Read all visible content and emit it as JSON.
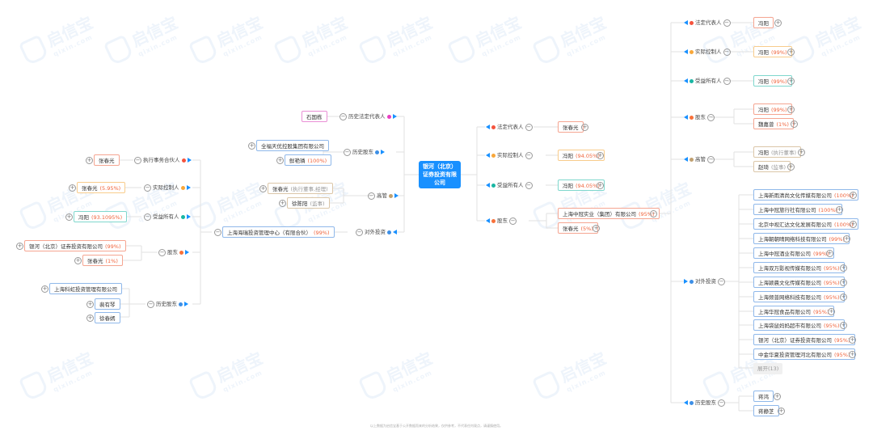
{
  "watermark": {
    "brand": "启信宝",
    "domain": "qixin.com"
  },
  "center": {
    "name": "银河（北京）证券投资有限公司"
  },
  "colors": {
    "center": "#1890ff",
    "legal_rep": "#f5533d",
    "controller": "#f8a73a",
    "beneficiary": "#19b6a3",
    "shareholder": "#f8713a",
    "history_rep": "#e83ec2",
    "history_sh": "#3d8fe6",
    "exec": "#c0a070",
    "invest": "#3d8fe6",
    "pct": "#f0643c"
  },
  "right": {
    "legal_rep": {
      "label": "法定代表人",
      "nodes": [
        {
          "name": "张春光"
        }
      ]
    },
    "controller": {
      "label": "实际控制人",
      "nodes": [
        {
          "name": "冯阳",
          "pct": "(94.05%)"
        }
      ]
    },
    "beneficiary": {
      "label": "受益所有人",
      "nodes": [
        {
          "name": "冯阳",
          "pct": "(94.05%)"
        }
      ]
    },
    "shareholders": {
      "label": "股东",
      "nodes": [
        {
          "name": "上海中冠实业（集团）有限公司",
          "pct": "(95%)"
        },
        {
          "name": "张春光",
          "pct": "(5%)"
        }
      ]
    }
  },
  "far_right": {
    "legal_rep": {
      "label": "法定代表人",
      "nodes": [
        {
          "name": "冯阳"
        }
      ]
    },
    "controller": {
      "label": "实际控制人",
      "nodes": [
        {
          "name": "冯阳",
          "pct": "(99%)"
        }
      ]
    },
    "beneficiary": {
      "label": "受益所有人",
      "nodes": [
        {
          "name": "冯阳",
          "pct": "(99%)"
        }
      ]
    },
    "shareholders": {
      "label": "股东",
      "nodes": [
        {
          "name": "冯阳",
          "pct": "(99%)"
        },
        {
          "name": "魏嘉曾",
          "pct": "(1%)"
        }
      ]
    },
    "executives": {
      "label": "高管",
      "nodes": [
        {
          "name": "冯阳",
          "role": "(执行董事)"
        },
        {
          "name": "赵琦",
          "role": "(监事)"
        }
      ]
    },
    "investments": {
      "label": "对外投资",
      "nodes": [
        {
          "name": "上海新雨清尚文化传媒有限公司",
          "pct": "(100%)"
        },
        {
          "name": "上海中冠旅行社有限公司",
          "pct": "(100%)"
        },
        {
          "name": "北京中视汇达文化发展有限公司",
          "pct": "(100%)"
        },
        {
          "name": "上海朝朝晴网络科技有限公司",
          "pct": "(99%)"
        },
        {
          "name": "上海中冠酒业有限公司",
          "pct": "(99%)"
        },
        {
          "name": "上海双万影视传媒有限公司",
          "pct": "(95%)"
        },
        {
          "name": "上海颖晨文化传媒有限公司",
          "pct": "(95%)"
        },
        {
          "name": "上海频普网络科技有限公司",
          "pct": "(95%)"
        },
        {
          "name": "上海华冠食品有限公司",
          "pct": "(95%)"
        },
        {
          "name": "上海袋鼠妈妈超市有限公司",
          "pct": "(95%)"
        },
        {
          "name": "银河（北京）证券投资有限公司",
          "pct": "(95%)"
        },
        {
          "name": "中金华夏投资管理河北有限公司",
          "pct": "(95%)"
        }
      ],
      "more": "展开(13)"
    },
    "history_sh": {
      "label": "历史股东",
      "nodes": [
        {
          "name": "蒋鸿"
        },
        {
          "name": "蒋静芝"
        }
      ]
    }
  },
  "left": {
    "history_rep": {
      "label": "历史法定代表人",
      "nodes": [
        {
          "name": "石国栋"
        }
      ]
    },
    "history_sh": {
      "label": "历史股东",
      "nodes": [
        {
          "name": "全福天优控股集团有限公司"
        },
        {
          "name": "鲜艳璘",
          "pct": "(100%)"
        }
      ]
    },
    "executives": {
      "label": "高管",
      "nodes": [
        {
          "name": "张春光",
          "role": "(执行董事,经理)"
        },
        {
          "name": "徐陈阳",
          "role": "(监事)"
        }
      ]
    },
    "investments": {
      "label": "对外投资",
      "nodes": [
        {
          "name": "上海海瑞投资管理中心（有限合伙）",
          "pct": "(99%)"
        }
      ]
    }
  },
  "far_left": {
    "partner": {
      "label": "执行事务合伙人",
      "nodes": [
        {
          "name": "张春光"
        }
      ]
    },
    "controller": {
      "label": "实际控制人",
      "nodes": [
        {
          "name": "张春光",
          "pct": "(5.95%)"
        }
      ]
    },
    "beneficiary": {
      "label": "受益所有人",
      "nodes": [
        {
          "name": "冯阳",
          "pct": "(93.1095%)"
        }
      ]
    },
    "shareholders": {
      "label": "股东",
      "nodes": [
        {
          "name": "银河（北京）证券投资有限公司",
          "pct": "(99%)"
        },
        {
          "name": "张春光",
          "pct": "(1%)"
        }
      ]
    },
    "history_sh": {
      "label": "历史股东",
      "nodes": [
        {
          "name": "上海科虹投资管理有限公司"
        },
        {
          "name": "裴有琴"
        },
        {
          "name": "徐春嫣"
        }
      ]
    }
  },
  "footer": "以上数据为启信宝基于公开数据而来的分析结果，仅供参考，不代表任何观点，请谨慎使用。"
}
